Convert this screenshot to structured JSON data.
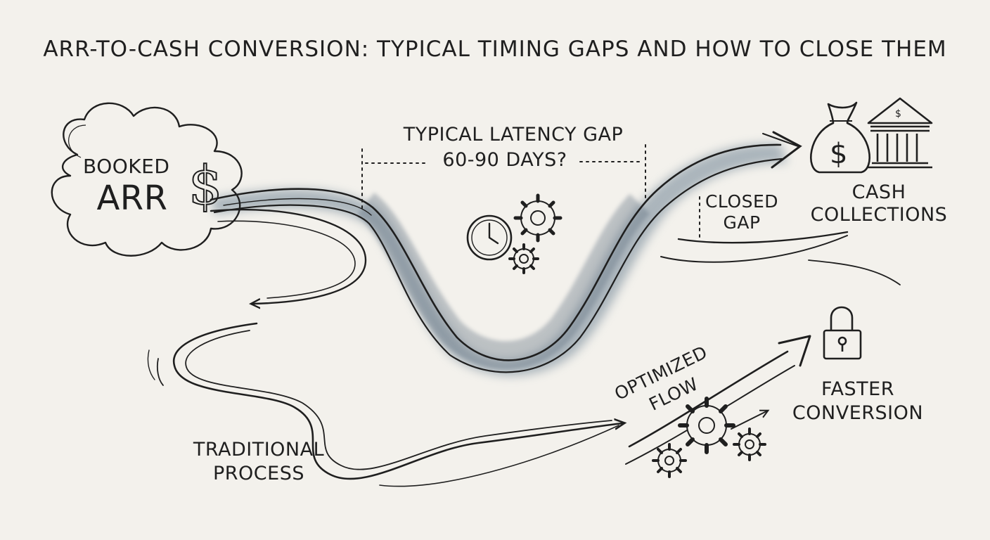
{
  "title": "ARR-to-Cash Conversion: Typical Timing Gaps and How to Close Them",
  "booked_arr": {
    "line1": "Booked",
    "line2": "ARR"
  },
  "latency_gap": {
    "line1": "Typical Latency Gap",
    "line2": "60-90 Days?"
  },
  "closed_gap": {
    "line1": "Closed",
    "line2": "Gap"
  },
  "cash_collections": {
    "line1": "Cash",
    "line2": "Collections"
  },
  "traditional_process": {
    "line1": "Traditional",
    "line2": "Process"
  },
  "optimized_flow": {
    "line1": "Optimized",
    "line2": "Flow"
  },
  "faster_conversion": {
    "line1": "Faster",
    "line2": "Conversion"
  },
  "icons": {
    "dollar": "$",
    "bank_dollar": "$"
  },
  "colors": {
    "ink": "#1f1f1f",
    "wash": "#5f7383",
    "paper": "#f3f1ec"
  }
}
